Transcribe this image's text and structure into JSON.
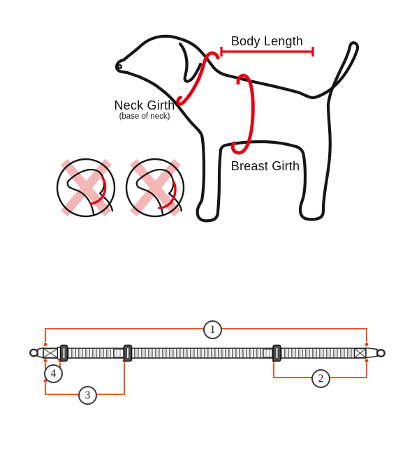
{
  "diagram_title": "dog measuring and strap parts diagram",
  "labels": {
    "body_length": "Body Length",
    "neck_girth": "Neck Girth",
    "neck_girth_sub": "(base of neck)",
    "breast_girth": "Breast Girth"
  },
  "wrong_examples": {
    "count": 2,
    "meaning": [
      "collar-too-high-behind-ears",
      "collar-slanted-mid-neck"
    ]
  },
  "callouts": [
    {
      "num": "1"
    },
    {
      "num": "2"
    },
    {
      "num": "3"
    },
    {
      "num": "4"
    }
  ],
  "colors": {
    "measure_red": "#e80012",
    "dimension_red": "#e8430f",
    "outline_black": "#161616",
    "cross_pink": "#f4b6b6",
    "buckle_gray": "#4d4d4d"
  }
}
